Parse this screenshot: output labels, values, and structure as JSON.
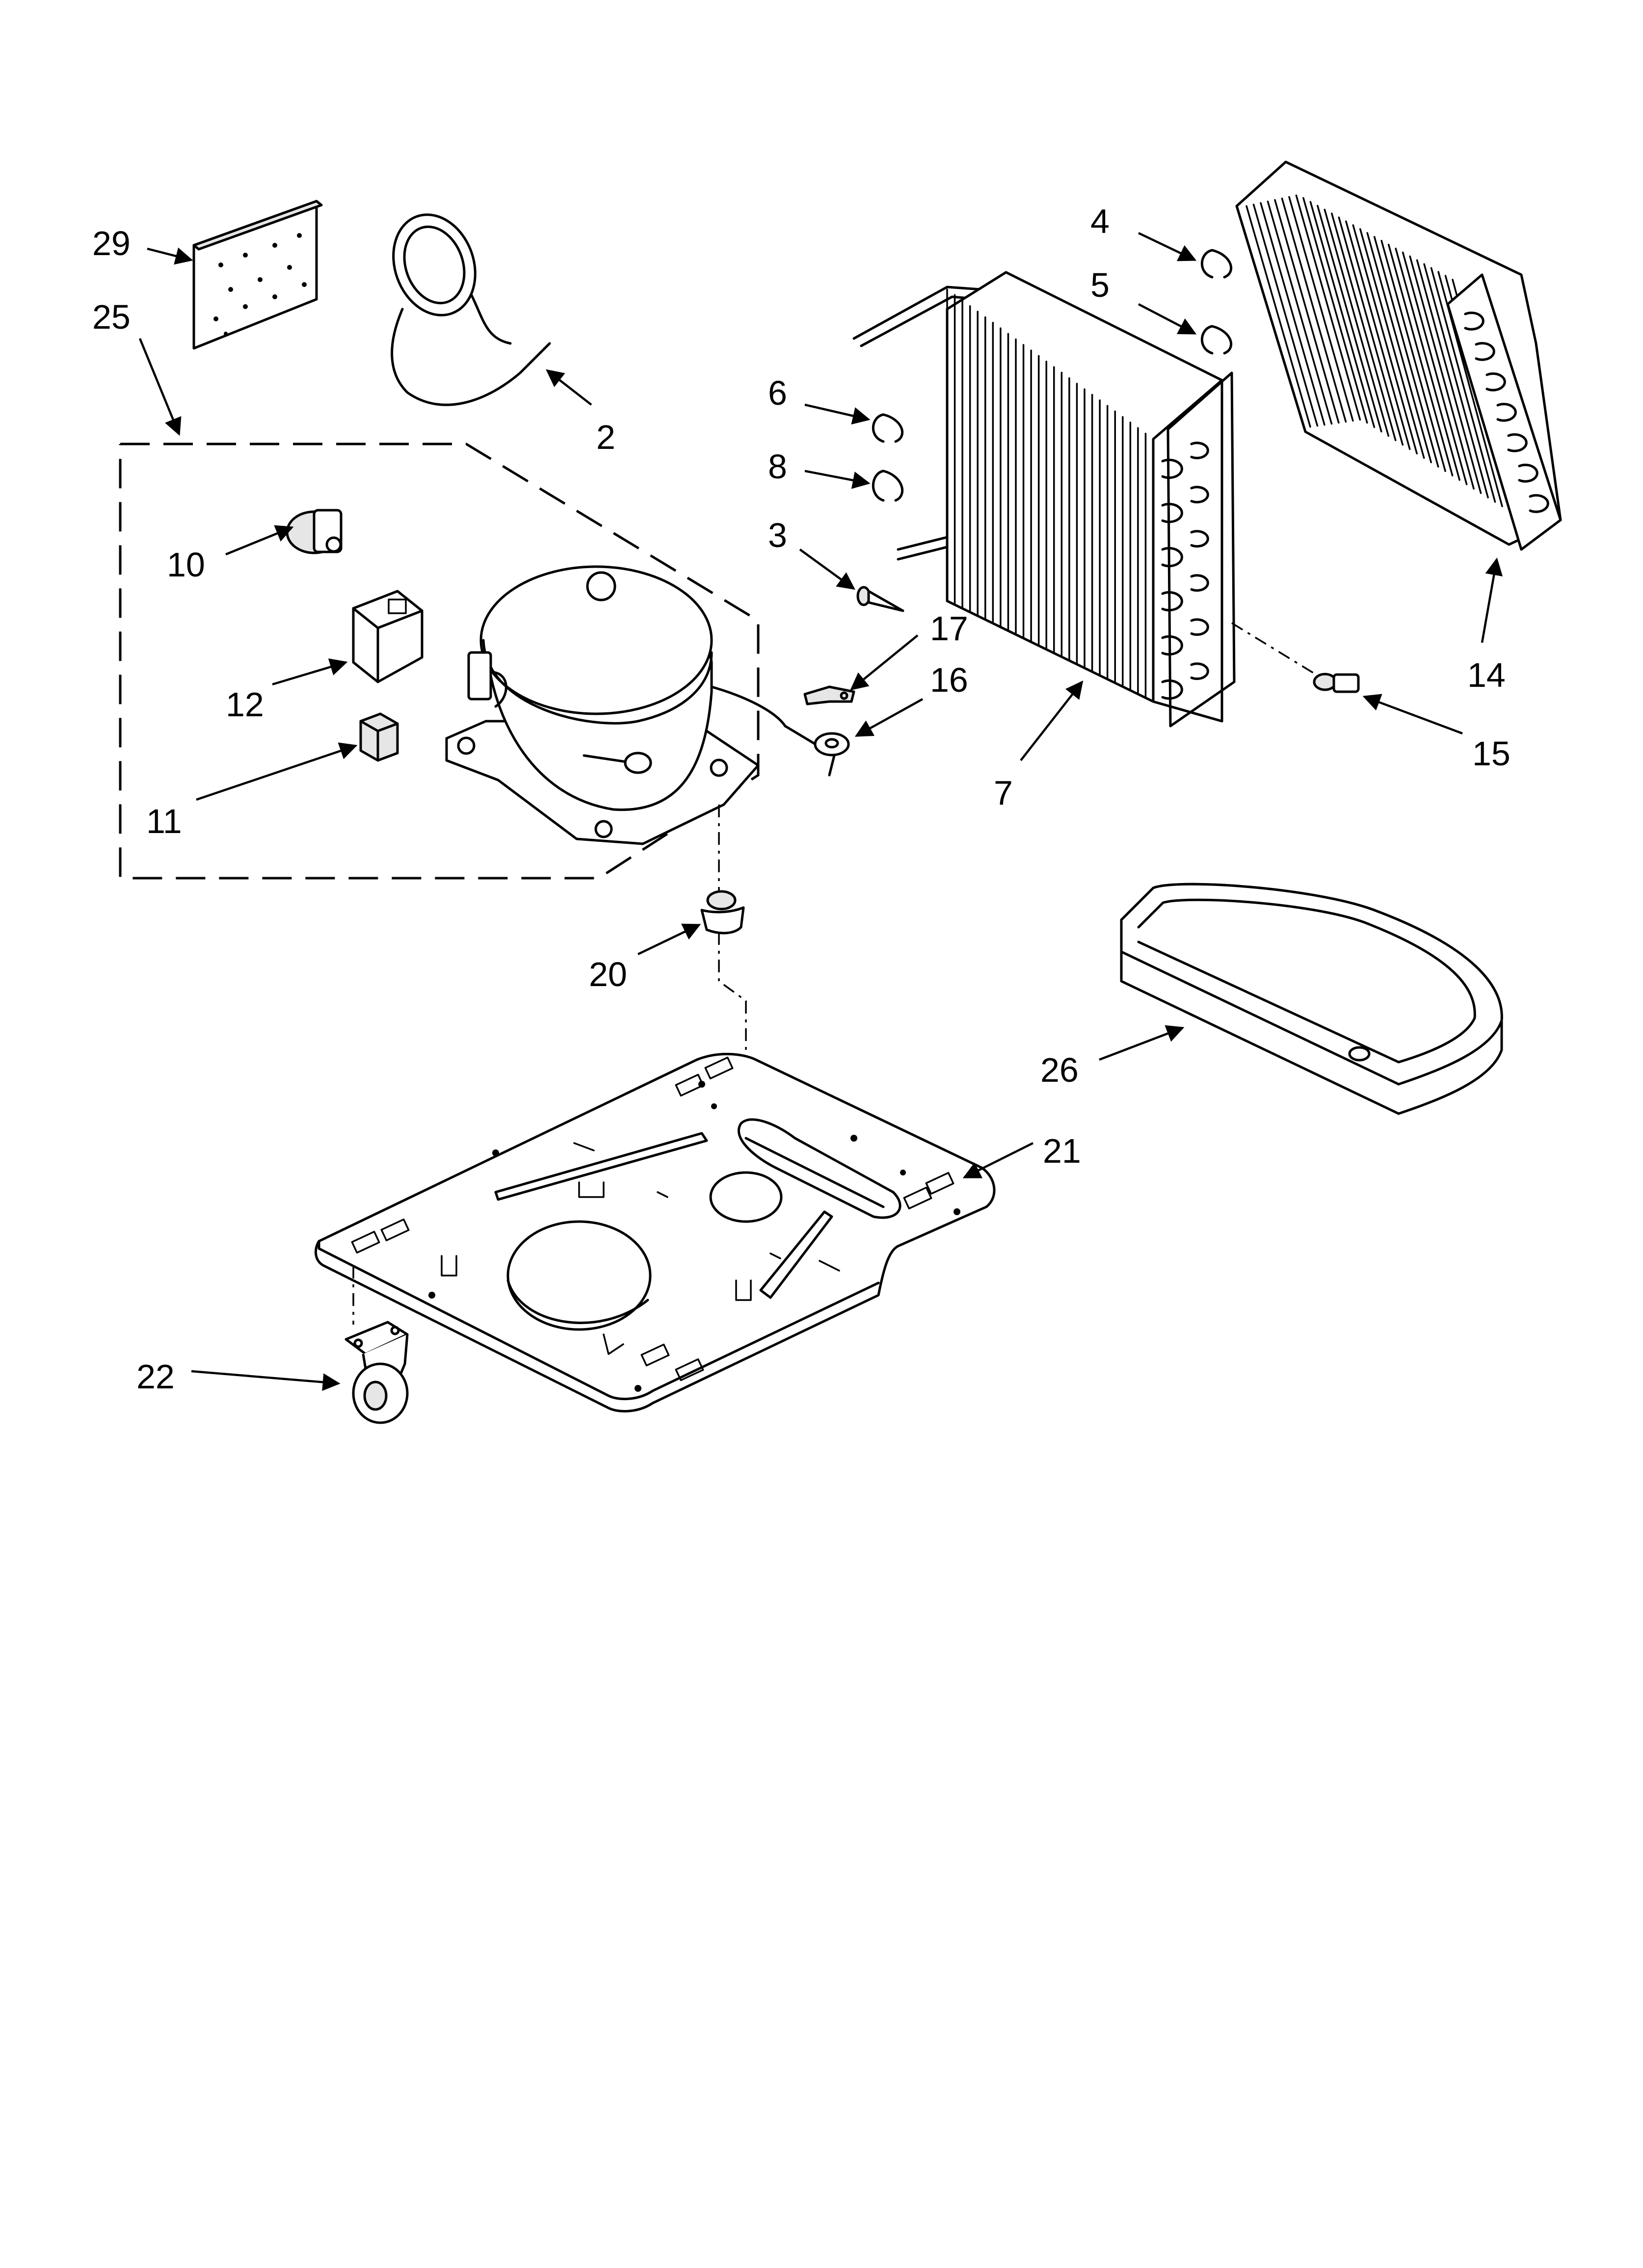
{
  "diagram": {
    "callouts": [
      {
        "id": "c29",
        "label": "29"
      },
      {
        "id": "c25",
        "label": "25"
      },
      {
        "id": "c2",
        "label": "2"
      },
      {
        "id": "c10",
        "label": "10"
      },
      {
        "id": "c12",
        "label": "12"
      },
      {
        "id": "c11",
        "label": "11"
      },
      {
        "id": "c4",
        "label": "4"
      },
      {
        "id": "c5",
        "label": "5"
      },
      {
        "id": "c6",
        "label": "6"
      },
      {
        "id": "c8",
        "label": "8"
      },
      {
        "id": "c3",
        "label": "3"
      },
      {
        "id": "c17",
        "label": "17"
      },
      {
        "id": "c16",
        "label": "16"
      },
      {
        "id": "c7",
        "label": "7"
      },
      {
        "id": "c14",
        "label": "14"
      },
      {
        "id": "c15",
        "label": "15"
      },
      {
        "id": "c20",
        "label": "20"
      },
      {
        "id": "c26",
        "label": "26"
      },
      {
        "id": "c21",
        "label": "21"
      },
      {
        "id": "c22",
        "label": "22"
      }
    ]
  },
  "colors": {
    "line": "#000000",
    "background": "#ffffff",
    "part_fill": "#e6e6e6"
  }
}
